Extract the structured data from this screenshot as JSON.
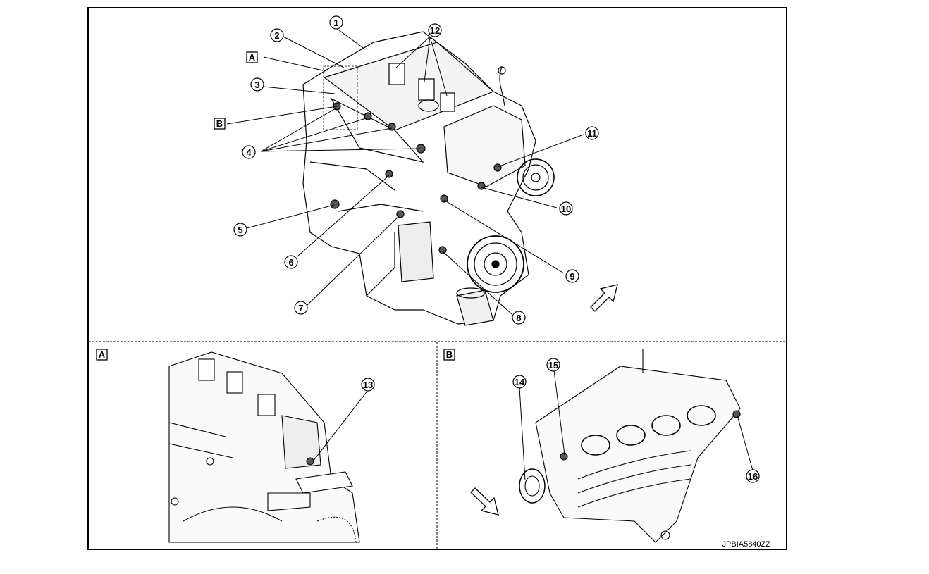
{
  "callouts": {
    "c1": "1",
    "c2": "2",
    "c3": "3",
    "c4": "4",
    "c5": "5",
    "c6": "6",
    "c7": "7",
    "c8": "8",
    "c9": "9",
    "c10": "10",
    "c11": "11",
    "c12": "12",
    "c13": "13",
    "c14": "14",
    "c15": "15",
    "c16": "16"
  },
  "view_tags": {
    "a": "A",
    "b": "B"
  },
  "figure_code": "JPBIA5840ZZ"
}
